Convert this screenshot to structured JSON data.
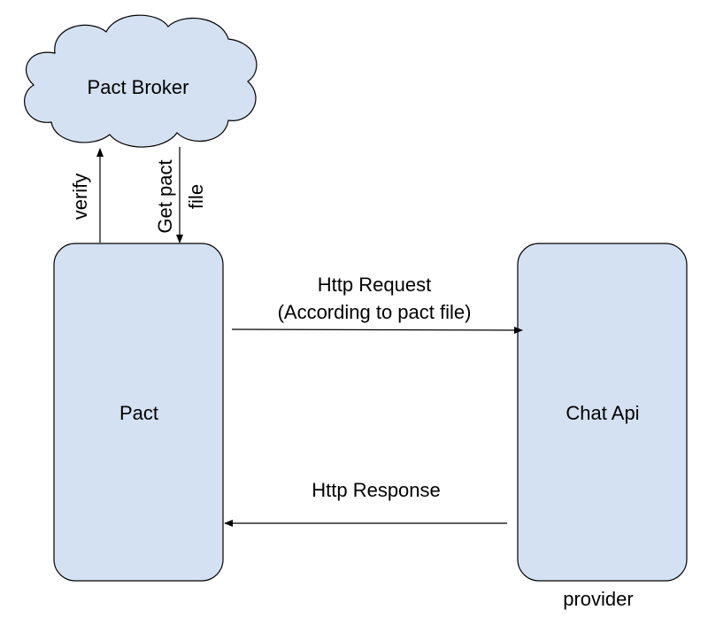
{
  "nodes": {
    "broker": {
      "label": "Pact Broker"
    },
    "pact": {
      "label": "Pact"
    },
    "chat_api": {
      "label": "Chat Api",
      "caption": "provider"
    }
  },
  "edges": {
    "verify": {
      "label": "verify"
    },
    "get_pact_file": {
      "label_line1": "Get pact",
      "label_line2": "file"
    },
    "http_request": {
      "label_line1": "Http Request",
      "label_line2": "(According to pact file)"
    },
    "http_response": {
      "label": "Http Response"
    }
  },
  "colors": {
    "fill": "#d4e1f2",
    "stroke": "#000000"
  }
}
